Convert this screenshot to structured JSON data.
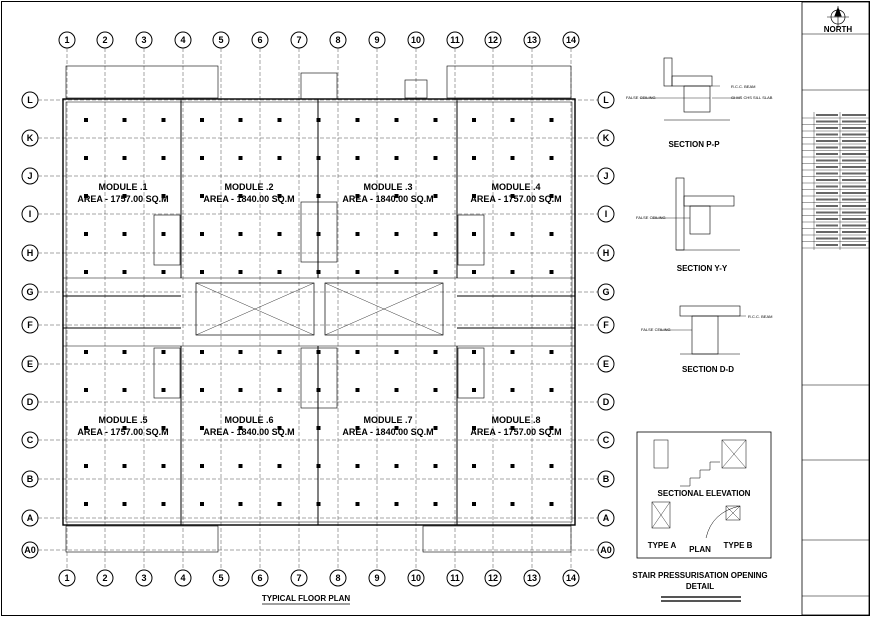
{
  "plan": {
    "title": "TYPICAL FLOOR PLAN",
    "col_grids": [
      "1",
      "2",
      "3",
      "4",
      "5",
      "6",
      "7",
      "8",
      "9",
      "10",
      "11",
      "12",
      "13",
      "14"
    ],
    "row_grids": [
      "L",
      "K",
      "J",
      "I",
      "H",
      "G",
      "F",
      "E",
      "D",
      "C",
      "B",
      "A",
      "A0"
    ],
    "modules": [
      {
        "name": "MODULE .1",
        "area": "AREA - 1757.00 SQ.M"
      },
      {
        "name": "MODULE .2",
        "area": "AREA - 1840.00 SQ.M"
      },
      {
        "name": "MODULE .3",
        "area": "AREA - 1840.00 SQ.M"
      },
      {
        "name": "MODULE .4",
        "area": "AREA - 1757.00 SQ.M"
      },
      {
        "name": "MODULE .5",
        "area": "AREA - 1757.00 SQ.M"
      },
      {
        "name": "MODULE .6",
        "area": "AREA - 1840.00 SQ.M"
      },
      {
        "name": "MODULE .7",
        "area": "AREA - 1840.00 SQ.M"
      },
      {
        "name": "MODULE .8",
        "area": "AREA - 1757.00 SQ.M"
      }
    ]
  },
  "sections": [
    {
      "title": "SECTION P-P",
      "labels": [
        "FALSE CEILING",
        "R.C.C. BEAM",
        "GI MS CHS SILL SLAB"
      ]
    },
    {
      "title": "SECTION Y-Y",
      "labels": [
        "FALSE CEILING"
      ]
    },
    {
      "title": "SECTION D-D",
      "labels": [
        "FALSE CEILING",
        "R.C.C. BEAM"
      ]
    }
  ],
  "stair_detail": {
    "title_line1": "STAIR PRESSURISATION OPENING",
    "title_line2": "DETAIL",
    "elevation_label": "SECTIONAL ELEVATION",
    "plan_label": "PLAN",
    "type_a": "TYPE A",
    "type_b": "TYPE B"
  },
  "title_block": {
    "north_label": "NORTH"
  }
}
